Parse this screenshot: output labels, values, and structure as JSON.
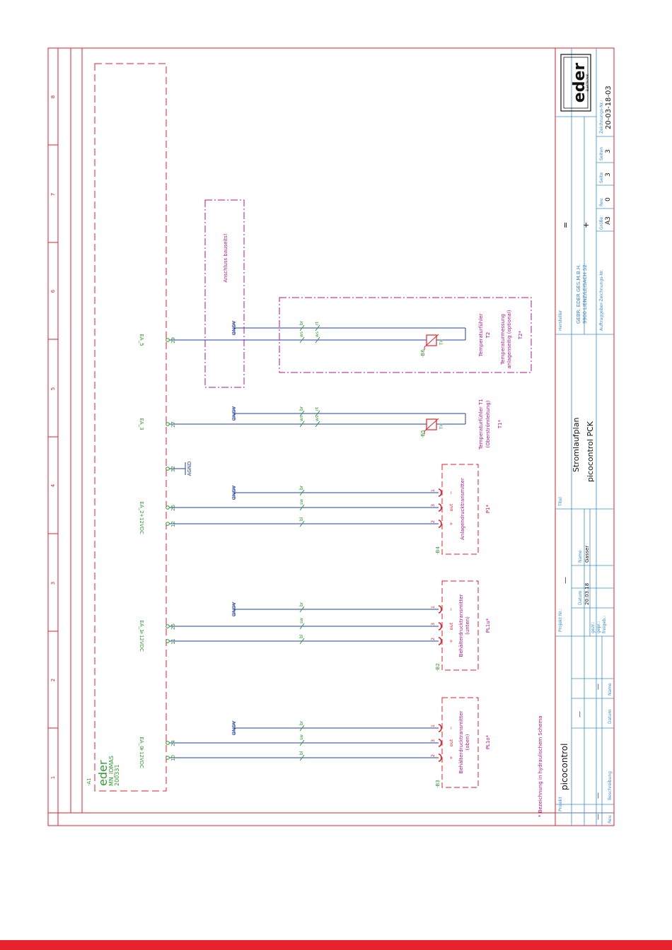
{
  "colors": {
    "frame": "#e2222d",
    "wire": "#1f3fa6",
    "terminal": "#2f9a2f",
    "label_magenta": "#b0158f",
    "box_red": "#e2222d",
    "box_magenta": "#b0158f",
    "titleblock": "#3a8bd0",
    "bar": "#e8222c"
  },
  "grid": {
    "columns": [
      "1",
      "2",
      "3",
      "4",
      "5",
      "6",
      "7",
      "8"
    ]
  },
  "device": {
    "tag": "-A1",
    "name": "eder",
    "model": "MN_IOMAS",
    "number": "200331"
  },
  "terminals": {
    "t10": "10",
    "t24": "24",
    "t11": "11",
    "t25": "25",
    "t12": "12",
    "t26": "26",
    "t32": "32",
    "t27": "27",
    "t29": "29"
  },
  "signals": {
    "supply_1": "+12VDC",
    "ea0": "EA_0",
    "supply_2": "+12VDC",
    "ea1": "EA_1",
    "supply_3": "+12VDC",
    "ea2": "EA_2",
    "ea3": "EA_3",
    "ea5": "EA_5"
  },
  "ground": {
    "agnd": "AGND"
  },
  "wire_colors": {
    "bl": "bl",
    "sw": "sw",
    "br": "br",
    "ws": "ws",
    "rt": "rt"
  },
  "pins": {
    "p2": "2",
    "p3": "3",
    "p1": "1",
    "plus": "+",
    "out": "out",
    "minus": "−"
  },
  "components": {
    "b3": {
      "tag": "-B3",
      "name": "Behälterdrucktransmitter",
      "sub": "(oben)",
      "ref": "PL1o*"
    },
    "b2": {
      "tag": "-B2",
      "name": "Behälterdrucktransmitter",
      "sub": "(unten)",
      "ref": "PL1u*"
    },
    "b4": {
      "tag": "-B4",
      "name": "Anlagendrucktransmitter",
      "ref": "P1*"
    },
    "b5": {
      "tag": "-B5",
      "name": "Temperaturfühler T1",
      "sub": "(Oberströmleitung)",
      "ref": "T1*",
      "sensor": "TH"
    },
    "b6": {
      "tag": "-B6",
      "name": "Temperaturfühler",
      "name2": "T2",
      "note1": "Temperaturmessung",
      "note2": "anlagenseitig (optional)",
      "ref": "T2*",
      "sensor": "TH"
    }
  },
  "connection_note": "Anschluss bauseits!",
  "footnote": "* Bezeichnung in hydraulischem Schema",
  "title_block": {
    "projekt_label": "Projekt",
    "projekt_value": "picocontrol",
    "projekt_nr_label": "Projekt Nr.:",
    "projekt_nr_value": "—",
    "titel_label": "Titel",
    "titel_line1": "Stromlaufplan",
    "titel_line2": "picocontrol PCK",
    "rev_headers": {
      "rev": "Rev.",
      "beschreibung": "Beschreibung",
      "datum": "Datum",
      "name": "Name"
    },
    "rev_values": {
      "rev": "—",
      "beschreibung": "—",
      "datum": "—",
      "name": "—"
    },
    "check_labels": {
      "datum": "Datum",
      "name": "Name",
      "gezr": "gezr.:",
      "gepr": "gepr.:",
      "freigeg": "freigeb.:"
    },
    "check_values": {
      "datum": "20.03.18",
      "name": "Gasser"
    },
    "hersteller_label": "Hersteller",
    "hersteller_line1": "GEBR. EDER GES.M.B.H.",
    "hersteller_line2": "9900 LIENZ/LEISACH 52",
    "auftrag_label": "Auftraggeber-Zeichnungs-Nr.",
    "eq": "=",
    "plus": "+",
    "groesse_label": "Größe",
    "groesse_value": "A3",
    "rev_label": "Rev.",
    "rev_value": "0",
    "seite_label": "Seite",
    "seite_value": "3",
    "seiten_label": "Seiten",
    "seiten_value": "3",
    "zeichnungs_label": "Zeichnungs-Nr.:",
    "zeichnungs_value": "20-03-18-03",
    "logo_text": "eder",
    "logo_sub": "ELEKTRONIK"
  }
}
